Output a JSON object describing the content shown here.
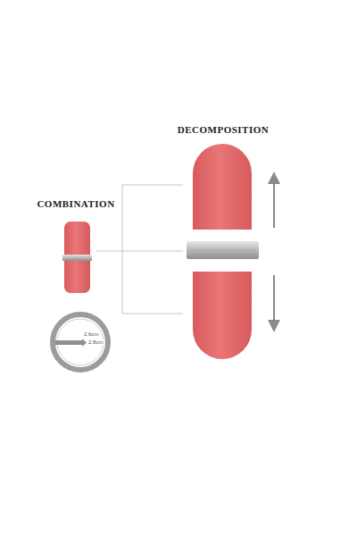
{
  "diagram": {
    "labels": [
      "DECOMPOSITION",
      "COMBINATION",
      "2.6cm",
      "2.8cm"
    ]
  }
}
